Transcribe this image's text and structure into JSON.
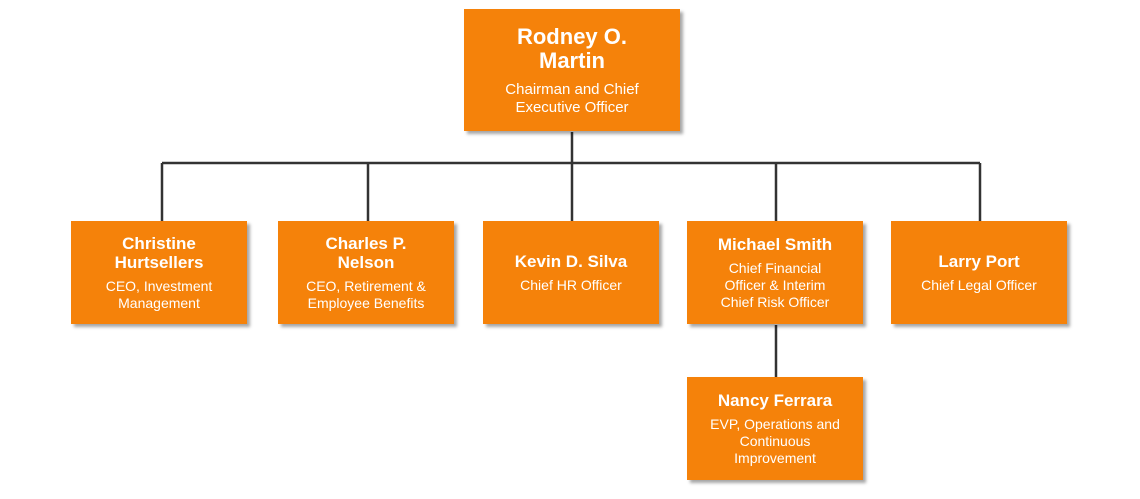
{
  "colors": {
    "box_fill": "#f5820a",
    "box_text": "#ffffff",
    "connector": "#333333"
  },
  "org": {
    "ceo": {
      "name": "Rodney O. Martin",
      "title": "Chairman and Chief Executive Officer"
    },
    "reports": [
      {
        "name": "Christine Hurtsellers",
        "title": "CEO, Investment Management"
      },
      {
        "name": "Charles P. Nelson",
        "title": "CEO, Retirement & Employee Benefits"
      },
      {
        "name": "Kevin D. Silva",
        "title": "Chief HR Officer"
      },
      {
        "name": "Michael Smith",
        "title": "Chief Financial Officer & Interim Chief Risk Officer"
      },
      {
        "name": "Larry Port",
        "title": "Chief Legal Officer"
      }
    ],
    "sub_report": {
      "name": "Nancy Ferrara",
      "title": "EVP, Operations and Continuous Improvement"
    }
  }
}
